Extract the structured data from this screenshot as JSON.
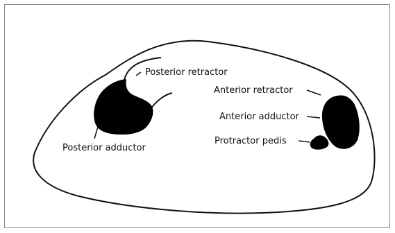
{
  "labels": {
    "posterior_retractor": "Posterior retractor",
    "posterior_adductor": "Posterior adductor",
    "anterior_retractor": "Anterior retractor",
    "anterior_adductor": "Anterior adductor",
    "protractor_pedis": "Protractor pedis"
  },
  "colors": {
    "ink": "#111111",
    "muscle_fill": "#000000",
    "frame_border": "#8a8a8a"
  }
}
